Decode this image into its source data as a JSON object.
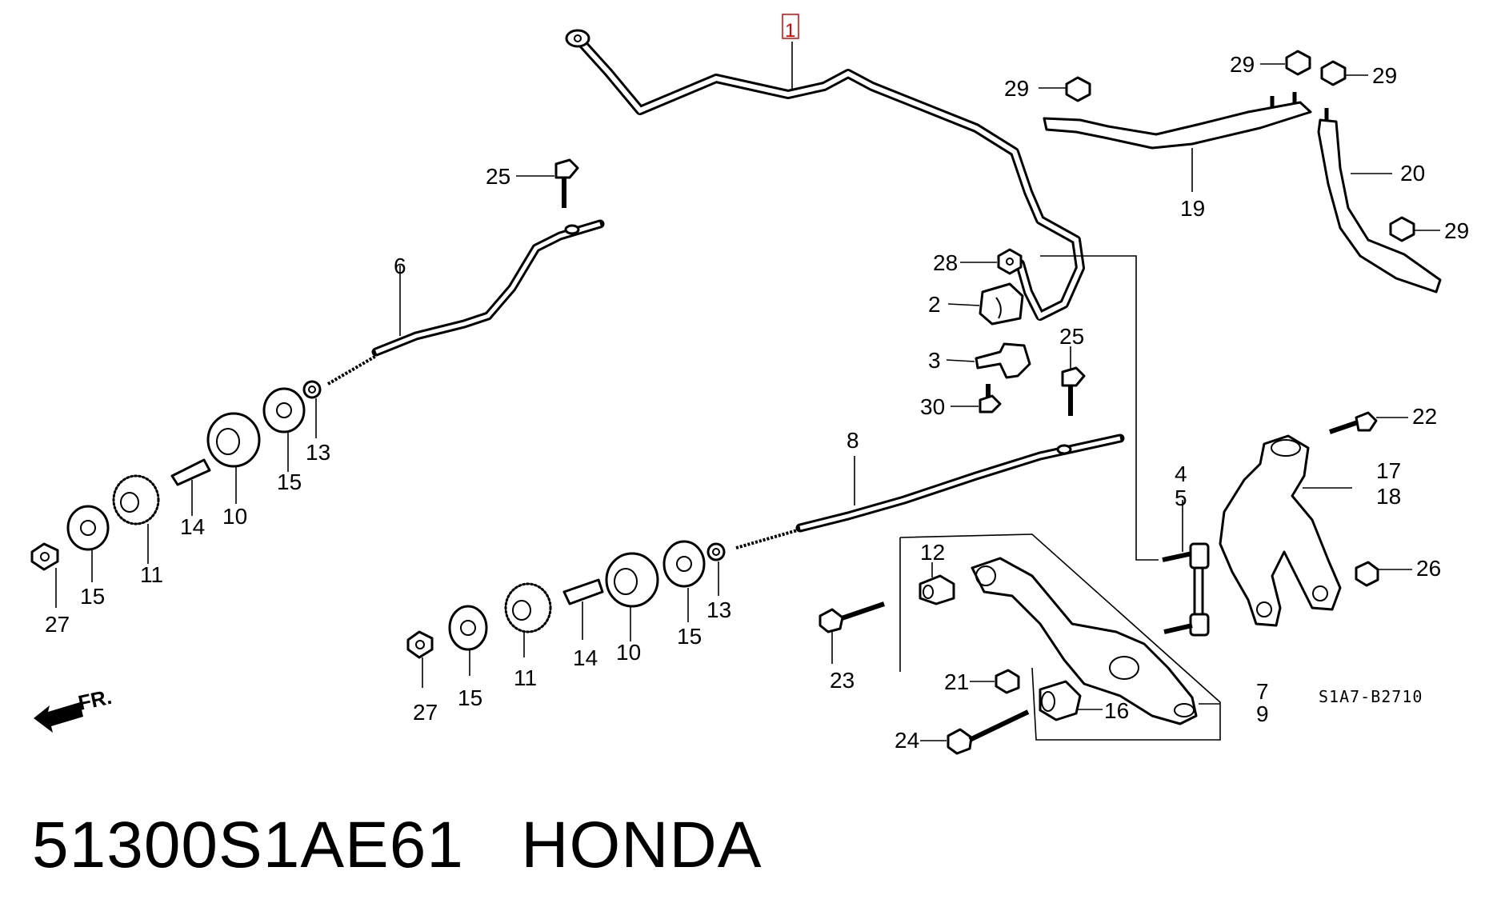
{
  "caption": {
    "part_number": "51300S1AE61",
    "brand": "HONDA"
  },
  "diagram": {
    "code": "S1A7-B2710",
    "direction_label": "FR.",
    "highlighted_callout": "1",
    "callouts": {
      "c1": "1",
      "c2": "2",
      "c3": "3",
      "c4": "4",
      "c5": "5",
      "c6": "6",
      "c7": "7",
      "c8": "8",
      "c9": "9",
      "c10a": "10",
      "c10b": "10",
      "c11a": "11",
      "c11b": "11",
      "c12": "12",
      "c13a": "13",
      "c13b": "13",
      "c14a": "14",
      "c14b": "14",
      "c15a": "15",
      "c15b": "15",
      "c15c": "15",
      "c15d": "15",
      "c16": "16",
      "c17": "17",
      "c18": "18",
      "c19": "19",
      "c20": "20",
      "c21": "21",
      "c22": "22",
      "c23": "23",
      "c24": "24",
      "c25a": "25",
      "c25b": "25",
      "c26": "26",
      "c27a": "27",
      "c27b": "27",
      "c28": "28",
      "c29a": "29",
      "c29b": "29",
      "c29c": "29",
      "c29d": "29",
      "c30": "30"
    }
  }
}
